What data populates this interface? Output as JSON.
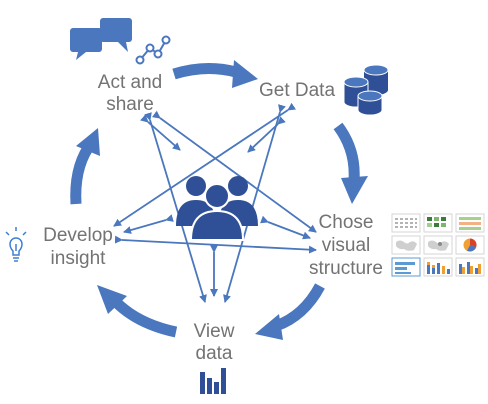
{
  "stages": {
    "act_and_share": {
      "line1": "Act and",
      "line2": "share"
    },
    "get_data": {
      "line1": "Get Data"
    },
    "chose_visual_structure": {
      "line1": "Chose",
      "line2": "visual",
      "line3": "structure"
    },
    "view_data": {
      "line1": "View",
      "line2": "data"
    },
    "develop_insight": {
      "line1": "Develop",
      "line2": "insight"
    }
  },
  "colors": {
    "primary_blue": "#4a77bd",
    "dark_blue": "#2f4f97",
    "arrow_blue": "#5b86c6",
    "label_gray": "#737373",
    "bulb_blue": "#3f7fd4"
  },
  "icons": {
    "act_and_share": [
      "speech-bubbles-icon",
      "network-graph-icon"
    ],
    "get_data": "database-icon",
    "chose_visual_structure": "chart-type-gallery-icon",
    "view_data": "bar-chart-icon",
    "develop_insight": "lightbulb-icon",
    "center": "user-group-icon"
  }
}
